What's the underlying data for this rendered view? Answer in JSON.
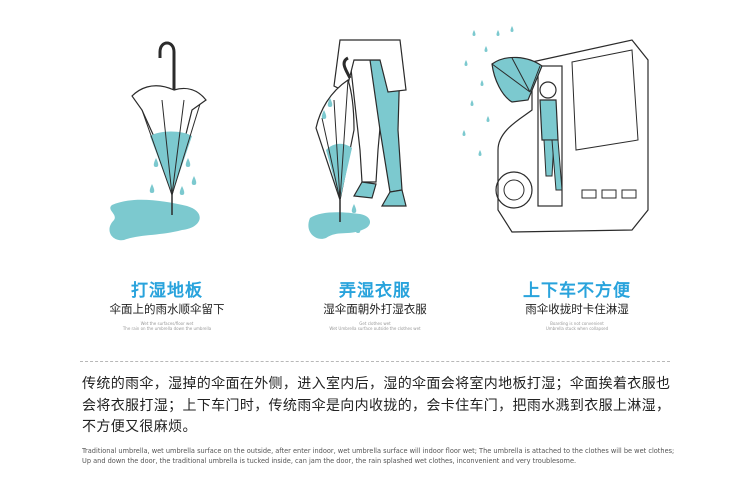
{
  "panels": [
    {
      "title": "打湿地板",
      "subtitle": "伞面上的雨水顺伞留下",
      "fine_print": [
        "Wet the surfaces/floor wet",
        "The rain on the umbrella down the umbrella"
      ],
      "icon": "closed-umbrella-dripping-icon"
    },
    {
      "title": "弄湿衣服",
      "subtitle": "湿伞面朝外打湿衣服",
      "fine_print": [
        "Get clothes wet",
        "Wet Umbrella surface outside the clothes wet"
      ],
      "icon": "person-holding-wet-umbrella-icon"
    },
    {
      "title": "上下车不方便",
      "subtitle": "雨伞收拢时卡住淋湿",
      "fine_print": [
        "Boarding is not convenient",
        "Umbrella stuck when collapsed"
      ],
      "icon": "person-boarding-bus-icon"
    }
  ],
  "description_cn": "传统的雨伞，湿掉的伞面在外侧，进入室内后，湿的伞面会将室内地板打湿；伞面挨着衣服也会将衣服打湿；上下车门时，传统雨伞是向内收拢的，会卡住车门，把雨水溅到衣服上淋湿，不方便又很麻烦。",
  "description_en": "Traditional umbrella, wet umbrella surface on the outside, after enter indoor, wet umbrella surface will indoor floor wet; The umbrella is attached to the clothes will be wet clothes; Up and down the door, the traditional umbrella is tucked inside, can jam the door, the rain splashed wet clothes, inconvenient and very troublesome.",
  "colors": {
    "accent": "#29a3dc",
    "water": "#7cc9cf",
    "line": "#2b2b2b"
  }
}
